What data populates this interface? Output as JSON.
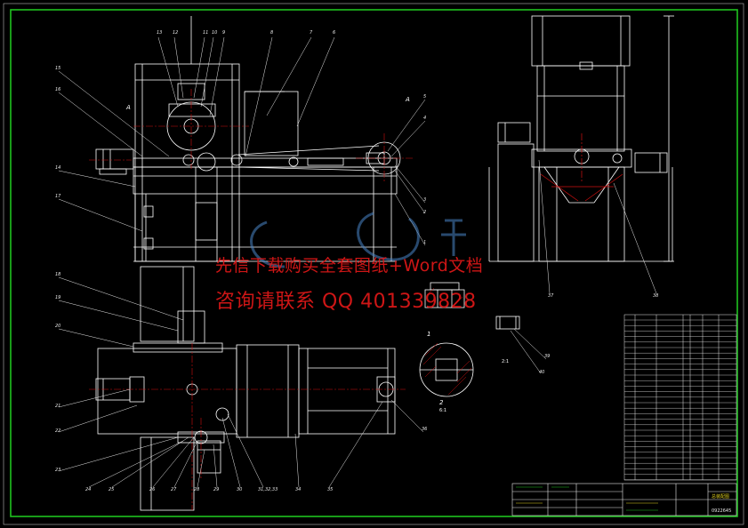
{
  "watermark": {
    "line1": "先信下载购买全套图纸+Word文档",
    "line2": "咨询请联系 QQ 401339828"
  },
  "colors": {
    "background": "#000000",
    "frame": "#1ec21e",
    "outline": "#ffffff",
    "centerline": "#d01010",
    "callout": "#e8e8e8",
    "watermark_red": "#e01818",
    "watermark_logo": "#4a86c8"
  },
  "view_labels": {
    "section_A_left": "A",
    "section_A_right": "A",
    "detail_scale_1": "1",
    "detail_scale_2": "2",
    "detail_ratio_1": "6:1",
    "detail_ratio_2": "2:1"
  },
  "balloons_top": [
    "13",
    "12",
    "11",
    "10",
    "9",
    "8",
    "7",
    "6"
  ],
  "balloons_left": [
    "15",
    "16",
    "14",
    "17",
    "18",
    "19",
    "20",
    "21",
    "22",
    "23"
  ],
  "balloons_right": [
    "5",
    "4",
    "3",
    "2",
    "1"
  ],
  "balloons_bottom": [
    "24",
    "25",
    "26",
    "27",
    "28",
    "29",
    "30",
    "31,32,33",
    "34",
    "35",
    "36"
  ],
  "balloons_side": [
    "37",
    "38",
    "39",
    "40"
  ],
  "title_block": {
    "drawing_name": "总装配图",
    "drawing_no": "0922645"
  }
}
